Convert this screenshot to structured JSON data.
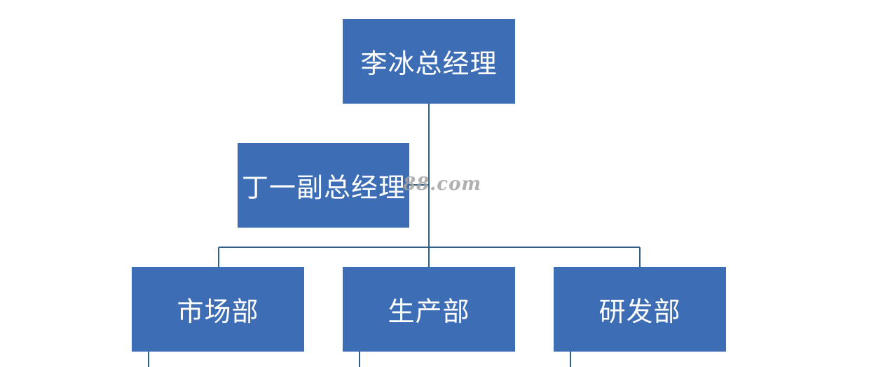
{
  "org_chart": {
    "ceo": "李冰总经理",
    "assistant": "丁一副总经理",
    "departments": [
      "市场部",
      "生产部",
      "研发部"
    ]
  },
  "watermark": "88.com",
  "colors": {
    "node_fill": "#3d6db4",
    "node_text": "#ffffff",
    "connector": "#2e5e8a",
    "watermark": "#a3a3a3"
  }
}
